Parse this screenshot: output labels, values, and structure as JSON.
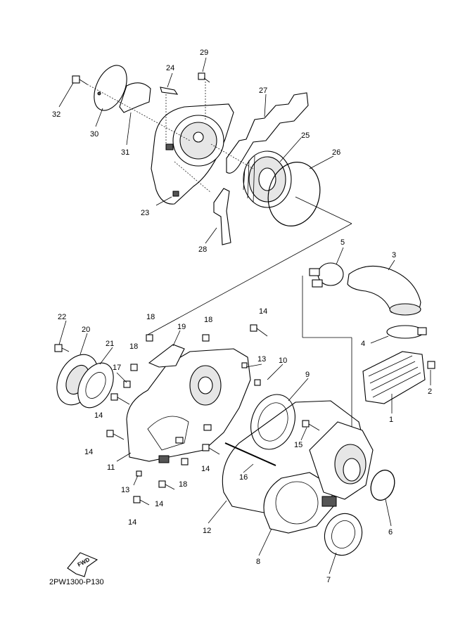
{
  "diagram": {
    "ref_code": "2PW1300-P130",
    "fwd_label": "FWD",
    "callouts": [
      {
        "id": "c1",
        "text": "1"
      },
      {
        "id": "c2",
        "text": "2"
      },
      {
        "id": "c3",
        "text": "3"
      },
      {
        "id": "c4",
        "text": "4"
      },
      {
        "id": "c5",
        "text": "5"
      },
      {
        "id": "c6",
        "text": "6"
      },
      {
        "id": "c7",
        "text": "7"
      },
      {
        "id": "c8",
        "text": "8"
      },
      {
        "id": "c9",
        "text": "9"
      },
      {
        "id": "c10",
        "text": "10"
      },
      {
        "id": "c11",
        "text": "11"
      },
      {
        "id": "c12",
        "text": "12"
      },
      {
        "id": "c13a",
        "text": "13"
      },
      {
        "id": "c13b",
        "text": "13"
      },
      {
        "id": "c14a",
        "text": "14"
      },
      {
        "id": "c14b",
        "text": "14"
      },
      {
        "id": "c14c",
        "text": "14"
      },
      {
        "id": "c14d",
        "text": "14"
      },
      {
        "id": "c14e",
        "text": "14"
      },
      {
        "id": "c14f",
        "text": "14"
      },
      {
        "id": "c15",
        "text": "15"
      },
      {
        "id": "c16",
        "text": "16"
      },
      {
        "id": "c17",
        "text": "17"
      },
      {
        "id": "c18a",
        "text": "18"
      },
      {
        "id": "c18b",
        "text": "18"
      },
      {
        "id": "c18c",
        "text": "18"
      },
      {
        "id": "c18d",
        "text": "18"
      },
      {
        "id": "c19",
        "text": "19"
      },
      {
        "id": "c20",
        "text": "20"
      },
      {
        "id": "c21",
        "text": "21"
      },
      {
        "id": "c22",
        "text": "22"
      },
      {
        "id": "c23",
        "text": "23"
      },
      {
        "id": "c24",
        "text": "24"
      },
      {
        "id": "c25",
        "text": "25"
      },
      {
        "id": "c26",
        "text": "26"
      },
      {
        "id": "c27",
        "text": "27"
      },
      {
        "id": "c28",
        "text": "28"
      },
      {
        "id": "c29",
        "text": "29"
      },
      {
        "id": "c30",
        "text": "30"
      },
      {
        "id": "c31",
        "text": "31"
      },
      {
        "id": "c32",
        "text": "32"
      }
    ]
  }
}
